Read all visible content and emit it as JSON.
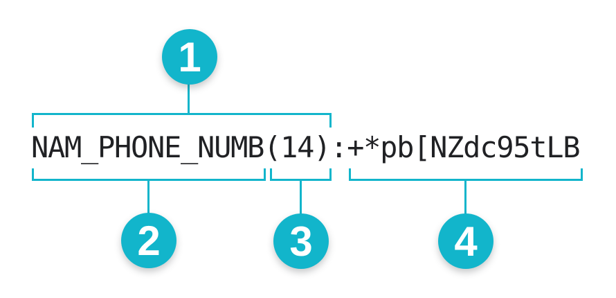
{
  "diagram": {
    "code_line": {
      "full_text": "NAM_PHONE_NUMB(14):+*pb[NZdc95tLB",
      "field_name": "NAM_PHONE_NUMB",
      "length": "(14)",
      "separator": ":",
      "masked_value": "+*pb[NZdc95tLB"
    },
    "callouts": [
      {
        "number": "1",
        "refers_to": "NAM_PHONE_NUMB(14)"
      },
      {
        "number": "2",
        "refers_to": "NAM_PHONE_NUMB"
      },
      {
        "number": "3",
        "refers_to": "(14)"
      },
      {
        "number": "4",
        "refers_to": "+*pb[NZdc95tLB"
      }
    ],
    "colors": {
      "accent": "#12b5cb",
      "code_text": "#202124",
      "background": "#ffffff",
      "callout_number": "#ffffff"
    }
  }
}
